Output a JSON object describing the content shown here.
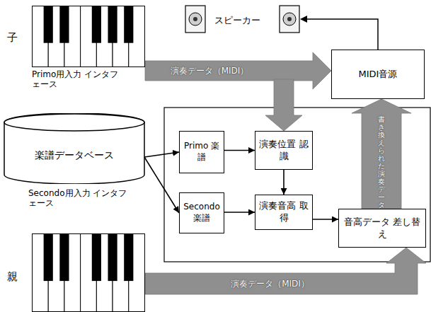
{
  "diagram": {
    "nodes": [
      {
        "text": [
          "子",
          "Primo用入力 インタフェース"
        ]
      },
      {
        "text": [
          "MIDI音源"
        ]
      },
      {
        "text": [
          "楽譜データベース"
        ]
      },
      {
        "text": [
          "Primo 楽譜"
        ]
      },
      {
        "text": [
          "演奏位置 認識"
        ]
      },
      {
        "text": [
          "Secondo 楽譜"
        ]
      },
      {
        "text": [
          "演奏音高 取得"
        ]
      },
      {
        "text": [
          "音高データ 差し替え"
        ]
      },
      {
        "text": [
          "Secondo用入力 インタフェース",
          "親"
        ]
      }
    ],
    "edges": [
      {
        "from": 0,
        "to": 1,
        "arrow": "to",
        "label": "演奏データ（MIDI）"
      },
      {
        "from": 0,
        "to": 4,
        "arrow": "to"
      },
      {
        "from": 2,
        "to": 3,
        "arrow": "to"
      },
      {
        "from": 2,
        "to": 5,
        "arrow": "to"
      },
      {
        "from": 3,
        "to": 4,
        "arrow": "to"
      },
      {
        "from": 4,
        "to": 6,
        "arrow": "to"
      },
      {
        "from": 5,
        "to": 6,
        "arrow": "to"
      },
      {
        "from": 6,
        "to": 7,
        "arrow": "to"
      },
      {
        "from": 7,
        "to": 1,
        "arrow": "to",
        "label": "書き換えられた演奏データ"
      },
      {
        "from": 8,
        "to": 7,
        "arrow": "to",
        "label": "演奏データ（MIDI）"
      }
    ],
    "labels": [
      "スピーカー"
    ]
  }
}
